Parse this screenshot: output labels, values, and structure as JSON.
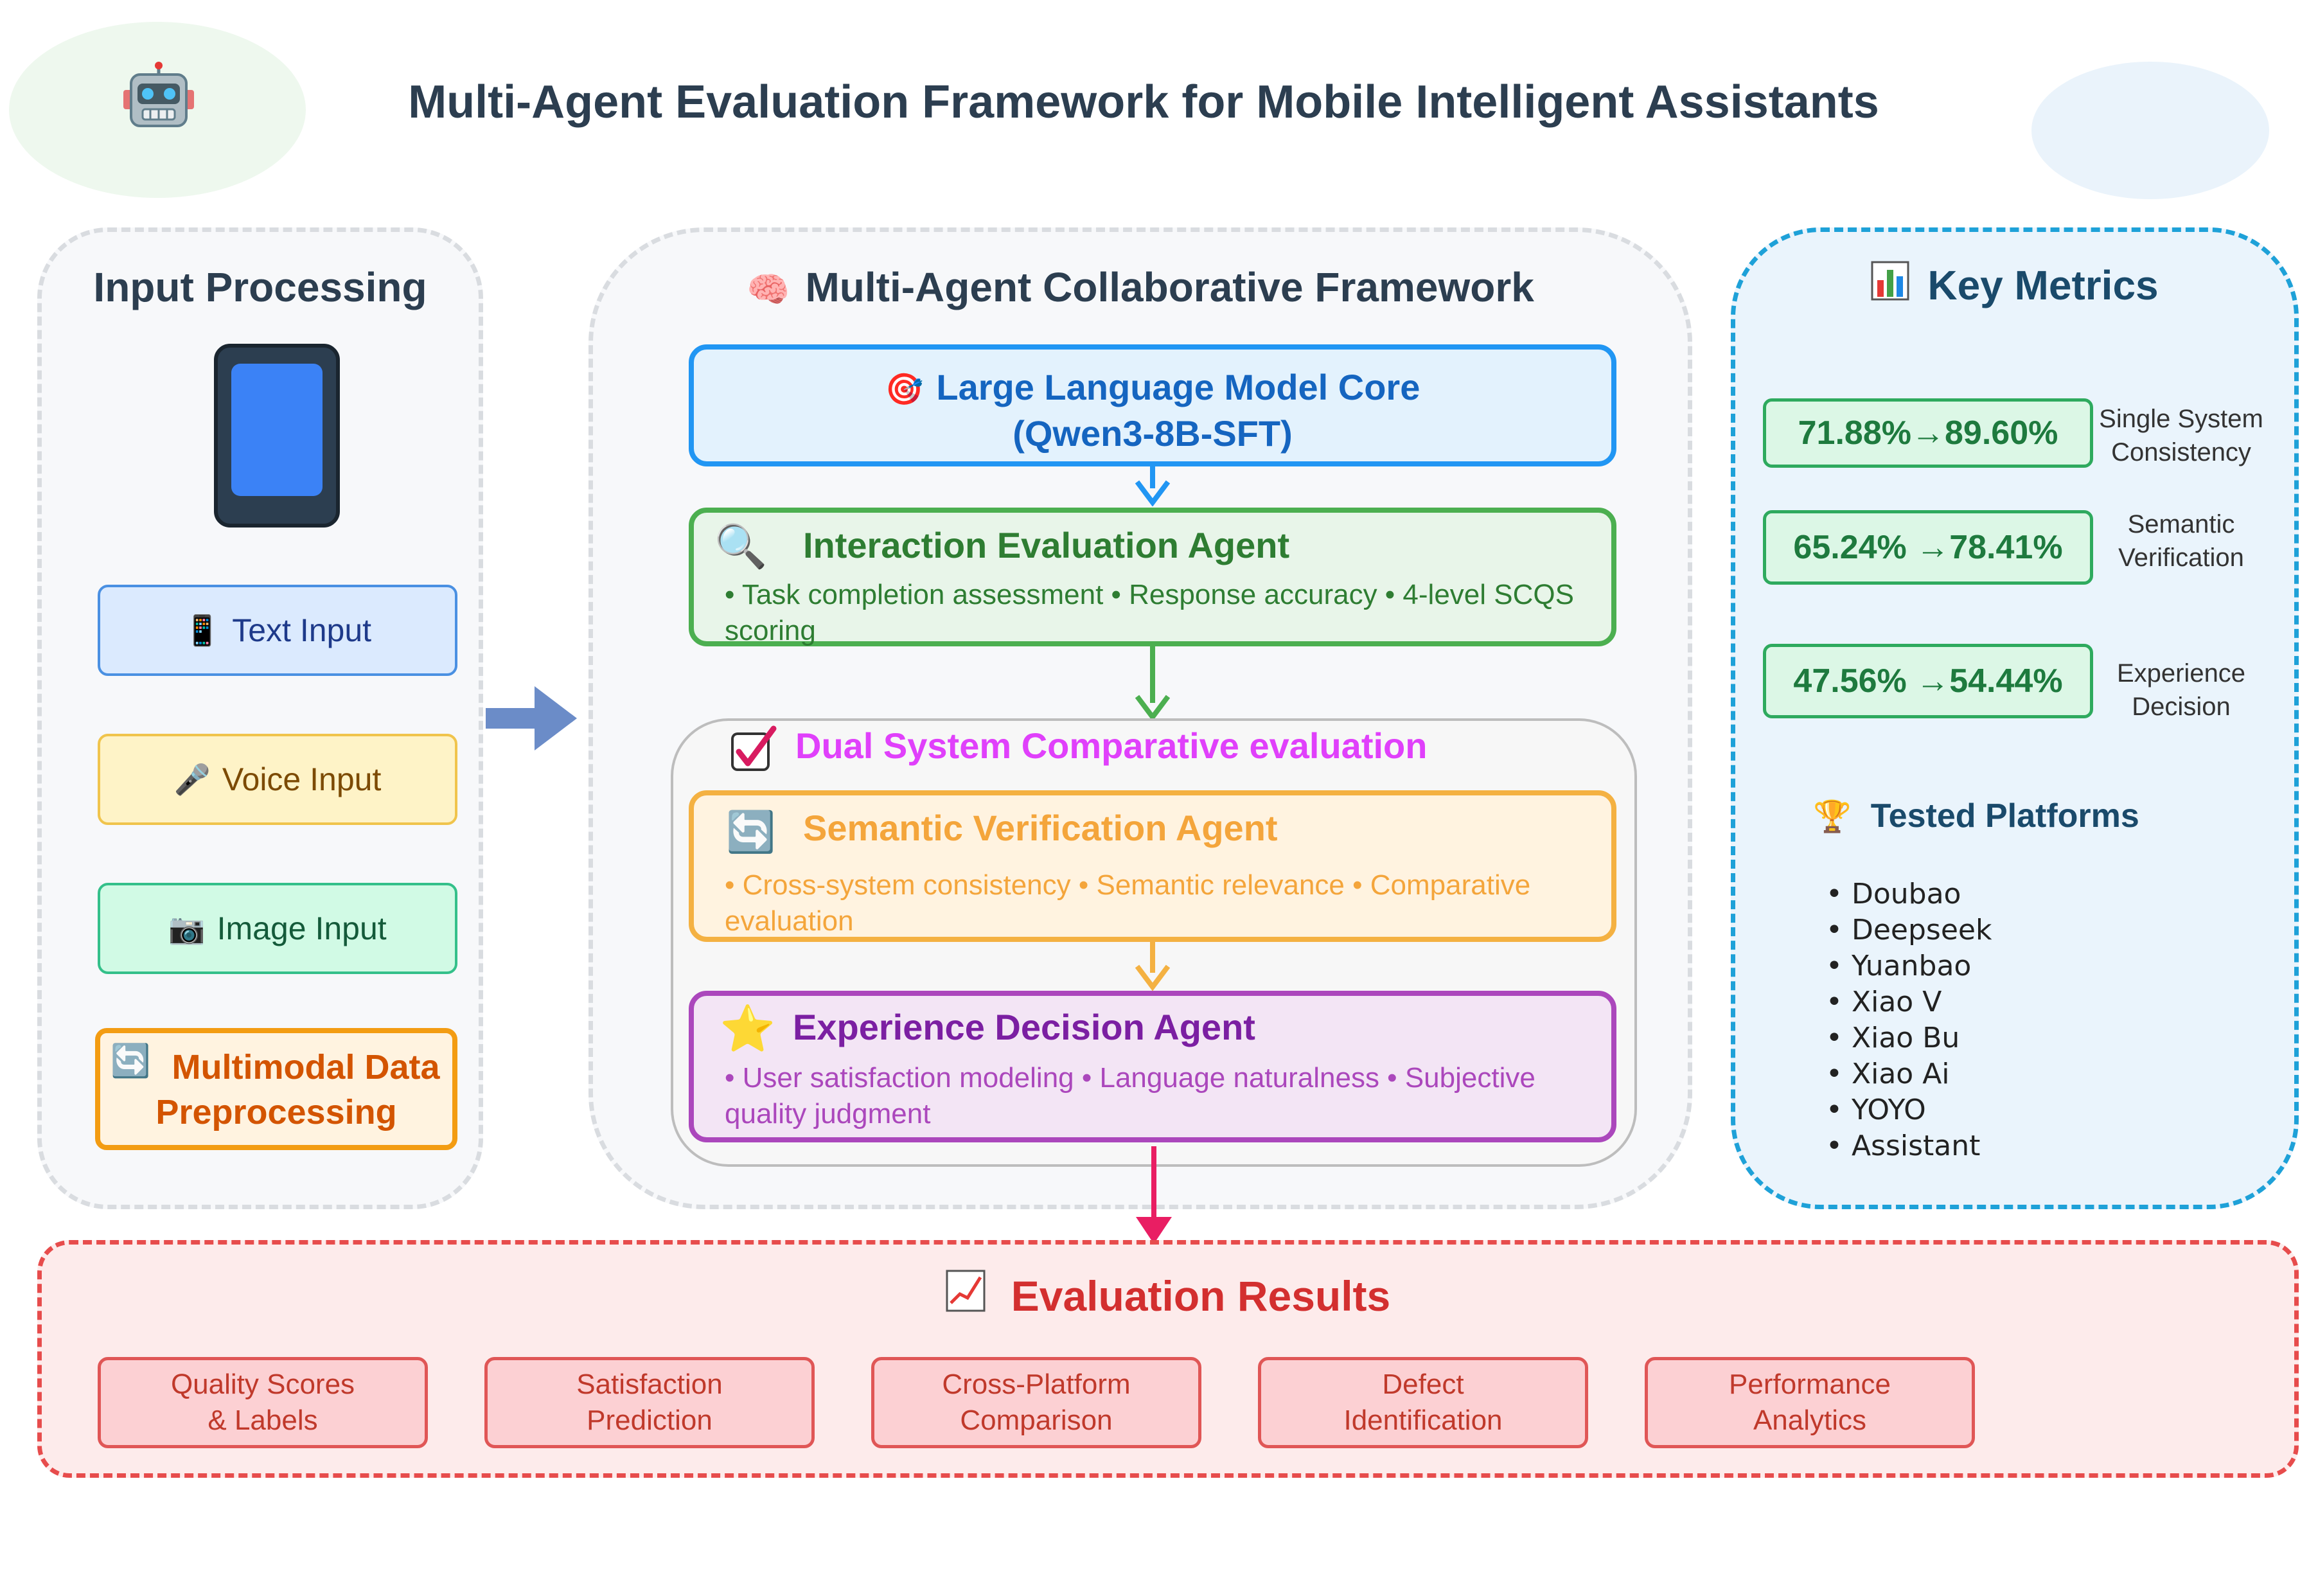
{
  "title": "Multi-Agent Evaluation Framework for Mobile Intelligent Assistants",
  "colors": {
    "input_text": "#1e3a8a",
    "input_voice": "#7c4a03",
    "input_image": "#145a3a",
    "preprocess": "#d35400",
    "llm": "#1565c0",
    "interaction": "#2e7d32",
    "dual": "#e040fb",
    "semantic": "#f4a53b",
    "experience": "#7b1fa2",
    "metrics": "#2eaa5e",
    "results": "#d32f2f"
  },
  "input_processing": {
    "title": "Input Processing",
    "items": [
      {
        "icon": "mobile-phone-icon",
        "glyph": "📱",
        "label": "Text Input"
      },
      {
        "icon": "microphone-icon",
        "glyph": "🎤",
        "label": "Voice Input"
      },
      {
        "icon": "camera-icon",
        "glyph": "📷",
        "label": "Image Input"
      }
    ],
    "preprocess": {
      "icon": "refresh-icon",
      "glyph": "🔄",
      "line1": "Multimodal Data",
      "line2": "Preprocessing"
    }
  },
  "framework": {
    "title": "Multi-Agent Collaborative Framework",
    "title_glyph": "🧠",
    "llm": {
      "glyph": "🎯",
      "line1": "Large Language Model Core",
      "line2": "(Qwen3-8B-SFT)"
    },
    "interaction": {
      "glyph": "🔍",
      "title": "Interaction Evaluation Agent",
      "desc": "• Task completion assessment • Response accuracy • 4-level SCQS scoring"
    },
    "dual": {
      "glyph": "✓",
      "title": "Dual System Comparative evaluation"
    },
    "semantic": {
      "glyph": "🔄",
      "title": "Semantic Verification Agent",
      "desc": "• Cross-system consistency • Semantic relevance • Comparative evaluation"
    },
    "experience": {
      "glyph": "⭐",
      "title": "Experience Decision Agent",
      "desc": "• User satisfaction modeling • Language naturalness • Subjective quality judgment"
    }
  },
  "metrics": {
    "title": "Key Metrics",
    "title_glyph": "📊",
    "items": [
      {
        "value": "71.88%→89.60%",
        "label_line1": "Single System",
        "label_line2": "Consistency"
      },
      {
        "value": "65.24% →78.41%",
        "label_line1": "Semantic",
        "label_line2": "Verification"
      },
      {
        "value": "47.56% →54.44%",
        "label_line1": "Experience",
        "label_line2": "Decision"
      }
    ],
    "platforms_title": "Tested Platforms",
    "platforms_glyph": "🏆",
    "platforms": [
      "Doubao",
      "Deepseek",
      "Yuanbao",
      "Xiao V",
      "Xiao Bu",
      "Xiao Ai",
      "YOYO",
      "Assistant"
    ]
  },
  "results": {
    "title": "Evaluation Results",
    "title_glyph": "📈",
    "items": [
      {
        "line1": "Quality Scores",
        "line2": "& Labels"
      },
      {
        "line1": "Satisfaction",
        "line2": "Prediction"
      },
      {
        "line1": "Cross-Platform",
        "line2": "Comparison"
      },
      {
        "line1": "Defect",
        "line2": "Identification"
      },
      {
        "line1": "Performance",
        "line2": "Analytics"
      }
    ]
  }
}
